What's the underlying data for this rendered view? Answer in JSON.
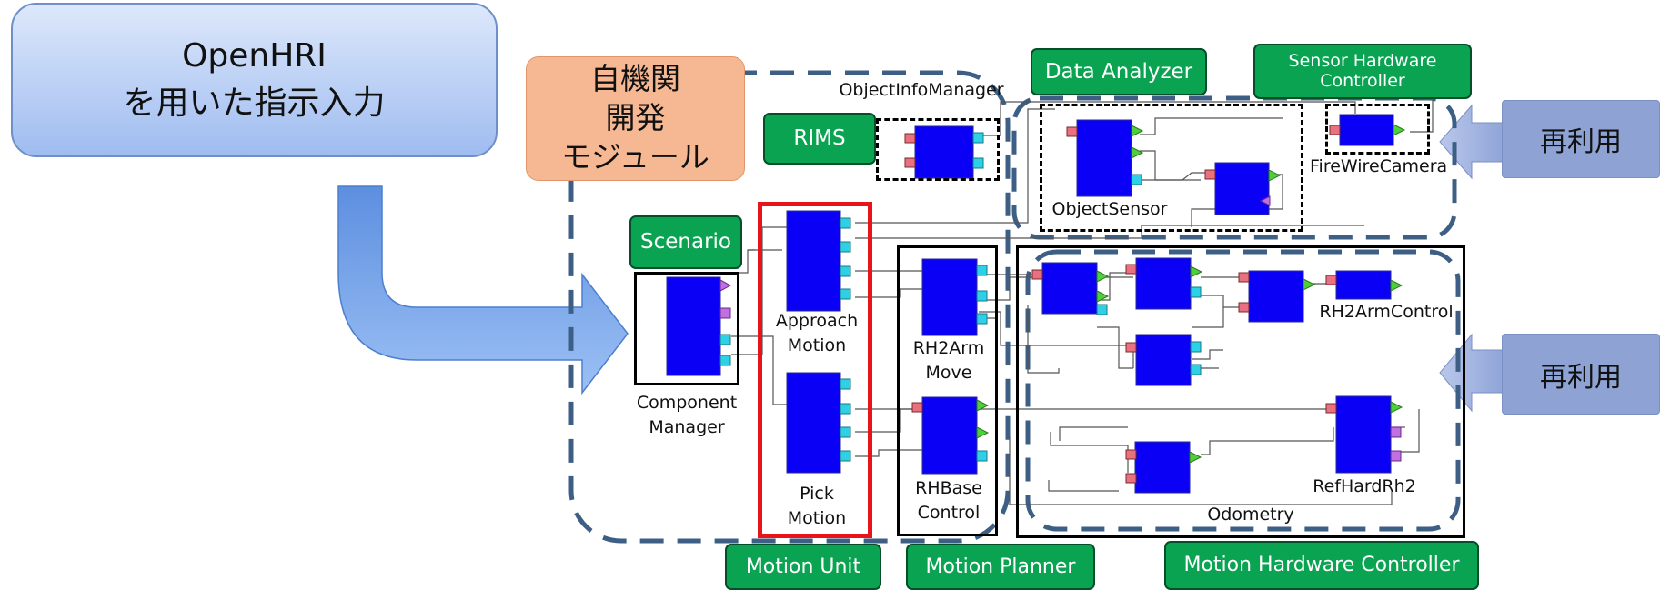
{
  "instruction_box": {
    "text": "OpenHRI\nを用いた指示入力"
  },
  "own_module_box": {
    "text": "自機関\n開発\nモジュール"
  },
  "groups": {
    "rims": "RIMS",
    "scenario": "Scenario",
    "data_analyzer": "Data Analyzer",
    "sensor_hw_controller": "Sensor Hardware\nController",
    "motion_unit": "Motion Unit",
    "motion_planner": "Motion Planner",
    "motion_hw_controller": "Motion Hardware Controller"
  },
  "components": {
    "object_info_manager": "ObjectInfoManager",
    "object_sensor": "ObjectSensor",
    "firewire_camera": "FireWireCamera",
    "component_manager": "Component\nManager",
    "approach_motion": "Approach\nMotion",
    "pick_motion": "Pick\nMotion",
    "rh2arm_move": "RH2Arm\nMove",
    "rhbase_control": "RHBase\nControl",
    "rh2arm_control": "RH2ArmControl",
    "ref_hard_rh2": "RefHardRh2",
    "odometry": "Odometry"
  },
  "reuse_labels": [
    "再利用",
    "再利用"
  ],
  "colors": {
    "component_block": "#0a00f5",
    "group_green": "#0aa352",
    "highlight_red": "#e8141b",
    "dashed_region": "#3d5f86",
    "arrow_blue": "#6f9fe6",
    "reuse_blue": "#8ea3d4"
  }
}
